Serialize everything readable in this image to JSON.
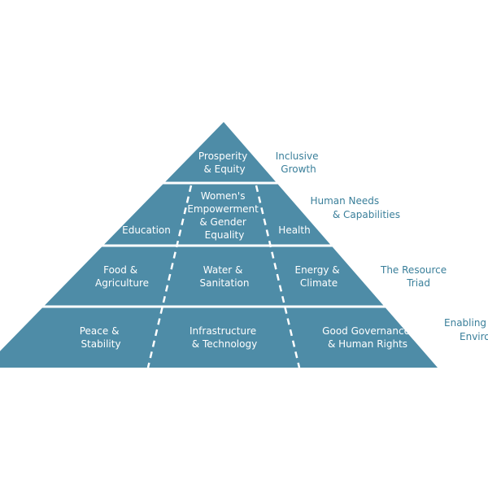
{
  "colors": {
    "pyramid_fill": "#4e8ca7",
    "divider": "#ffffff",
    "label_text": "#3a7f9a",
    "cell_text": "#ffffff",
    "background": "#ffffff"
  },
  "pyramid": {
    "top": {
      "lines": [
        "Prosperity",
        "& Equity"
      ]
    },
    "row2": {
      "left": {
        "lines": [
          "Education"
        ]
      },
      "center": {
        "lines": [
          "Women's",
          "Empowerment",
          "& Gender",
          "Equality"
        ]
      },
      "right": {
        "lines": [
          "Health"
        ]
      }
    },
    "row3": {
      "left": {
        "lines": [
          "Food &",
          "Agriculture"
        ]
      },
      "center": {
        "lines": [
          "Water &",
          "Sanitation"
        ]
      },
      "right": {
        "lines": [
          "Energy &",
          "Climate"
        ]
      }
    },
    "row4": {
      "left": {
        "lines": [
          "Peace &",
          "Stability"
        ]
      },
      "center": {
        "lines": [
          "Infrastructure",
          "& Technology"
        ]
      },
      "right": {
        "lines": [
          "Good Governance",
          "& Human Rights"
        ]
      }
    }
  },
  "tier_labels": {
    "tier1": {
      "lines": [
        "Inclusive",
        "Growth"
      ]
    },
    "tier2": {
      "lines": [
        "Human Needs",
        "& Capabilities"
      ]
    },
    "tier3": {
      "lines": [
        "The Resource",
        "Triad"
      ]
    },
    "tier4": {
      "lines": [
        "Enabling",
        "Enviro"
      ]
    }
  }
}
